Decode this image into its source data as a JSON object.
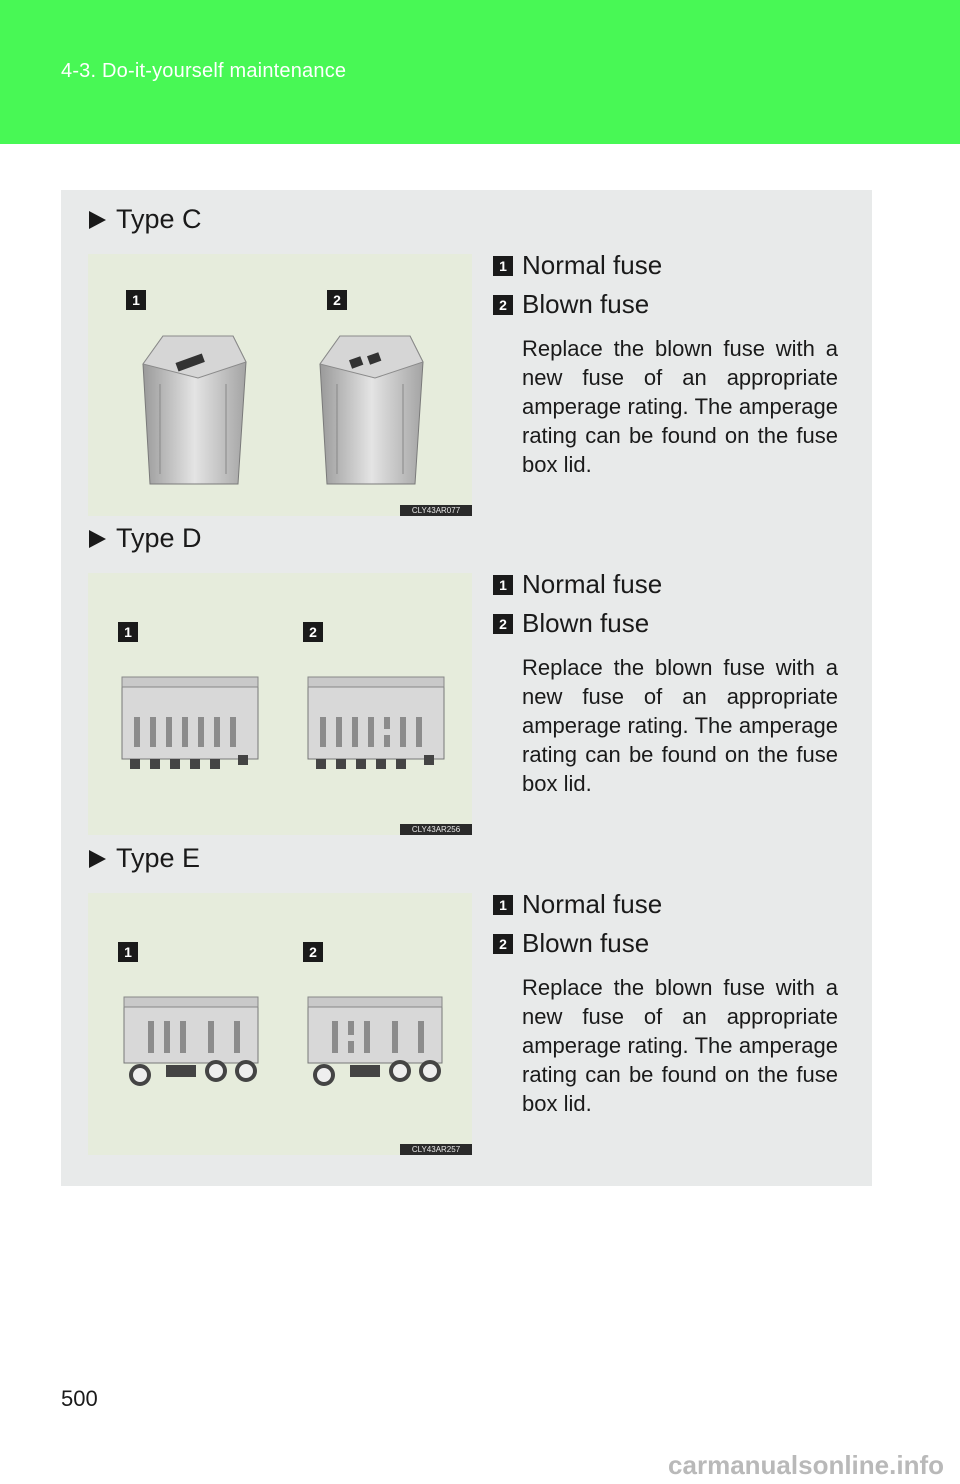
{
  "header": {
    "section": "4-3. Do-it-yourself maintenance"
  },
  "sections": [
    {
      "type_label": "Type C",
      "image_code": "CLY43AR077",
      "markers": [
        "1",
        "2"
      ],
      "items": [
        {
          "num": "1",
          "label": "Normal fuse"
        },
        {
          "num": "2",
          "label": "Blown fuse"
        }
      ],
      "description": "Replace the blown fuse with a new fuse of an appropriate amperage rating. The amperage rating can be found on the fuse box lid."
    },
    {
      "type_label": "Type D",
      "image_code": "CLY43AR256",
      "markers": [
        "1",
        "2"
      ],
      "items": [
        {
          "num": "1",
          "label": "Normal fuse"
        },
        {
          "num": "2",
          "label": "Blown fuse"
        }
      ],
      "description": "Replace the blown fuse with a new fuse of an appropriate amperage rating. The amperage rating can be found on the fuse box lid."
    },
    {
      "type_label": "Type E",
      "image_code": "CLY43AR257",
      "markers": [
        "1",
        "2"
      ],
      "items": [
        {
          "num": "1",
          "label": "Normal fuse"
        },
        {
          "num": "2",
          "label": "Blown fuse"
        }
      ],
      "description": "Replace the blown fuse with a new fuse of an appropriate amperage rating. The amperage rating can be found on the fuse box lid."
    }
  ],
  "footer": {
    "page_number": "500",
    "watermark": "carmanualsonline.info"
  }
}
